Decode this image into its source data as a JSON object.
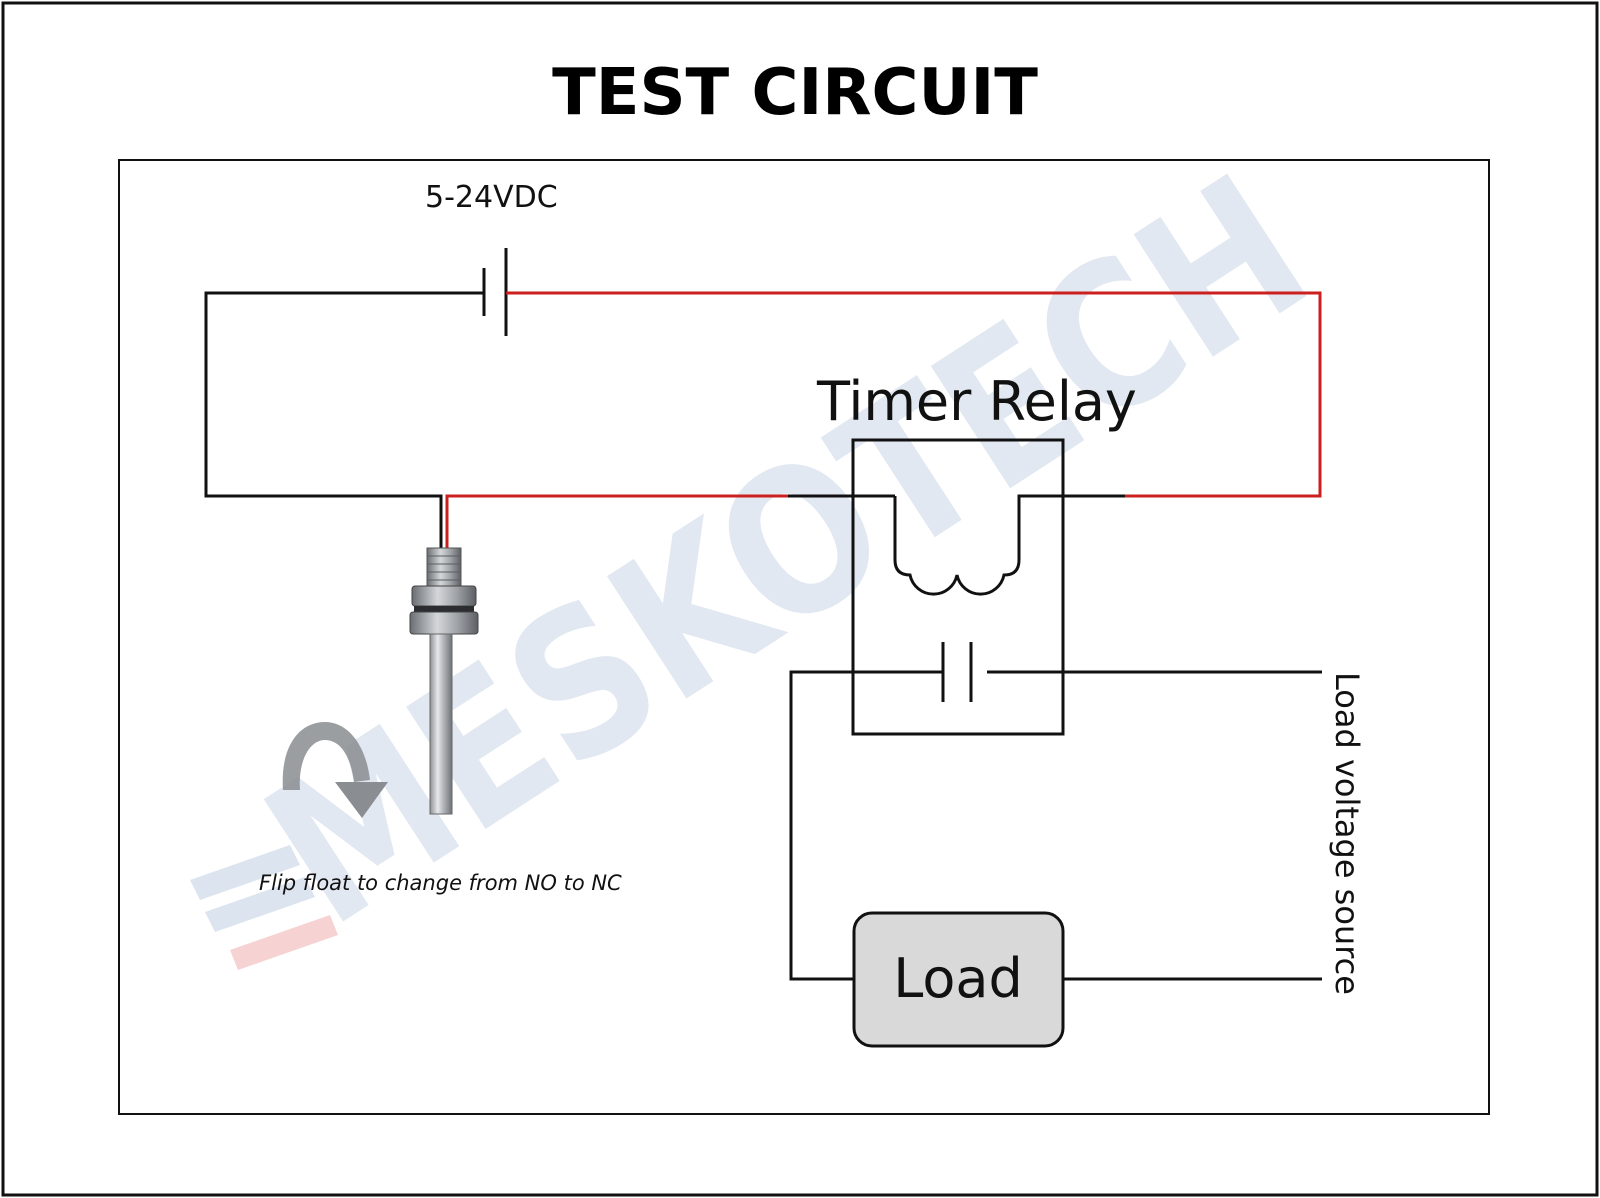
{
  "title": "TEST CIRCUIT",
  "labels": {
    "supply_voltage": "5-24VDC",
    "timer_relay": "Timer Relay",
    "load": "Load",
    "load_voltage_source": "Load voltage source",
    "flip_note": "Flip float to change from NO to NC"
  },
  "watermark": {
    "text": "MESKOTECH"
  },
  "colors": {
    "wire_black": "#111111",
    "wire_red": "#cc1f1f",
    "load_fill": "#d9d9d9",
    "watermark_blue": "#dce4ef",
    "watermark_red": "#f6d2d2",
    "arrow_gray": "#8a8d91"
  }
}
